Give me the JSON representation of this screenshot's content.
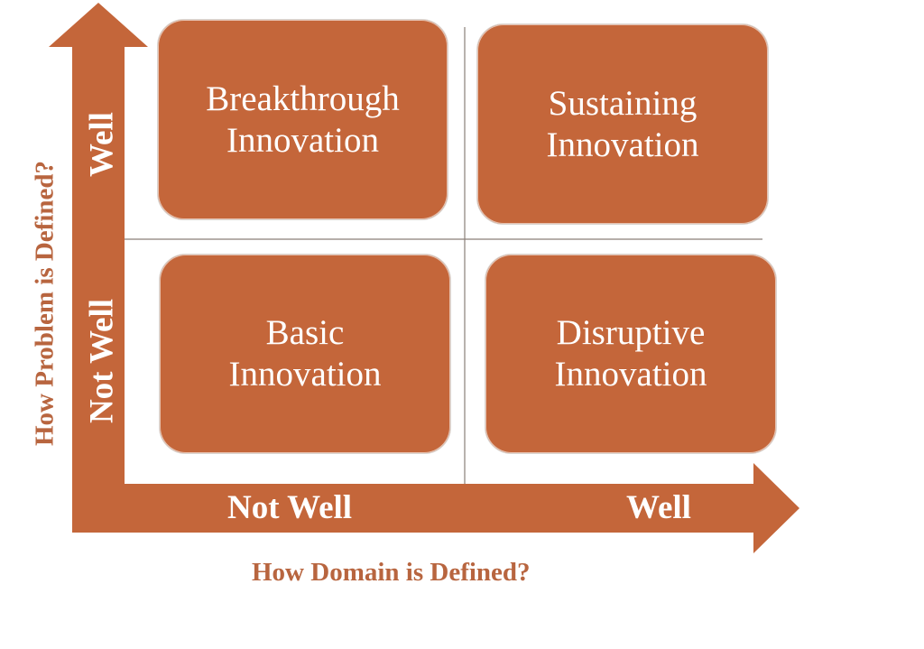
{
  "quadrants": {
    "top_left": "Breakthrough\nInnovation",
    "top_right": "Sustaining\nInnovation",
    "bottom_left": "Basic\nInnovation",
    "bottom_right": "Disruptive\nInnovation"
  },
  "x_axis": {
    "title": "How Domain is Defined?",
    "low_label": "Not Well",
    "high_label": "Well"
  },
  "y_axis": {
    "title": "How Problem is Defined?",
    "low_label": "Not Well",
    "high_label": "Well"
  },
  "colors": {
    "accent": "#c4663a",
    "title_text": "#b8653f",
    "divider": "#8a7f78"
  }
}
